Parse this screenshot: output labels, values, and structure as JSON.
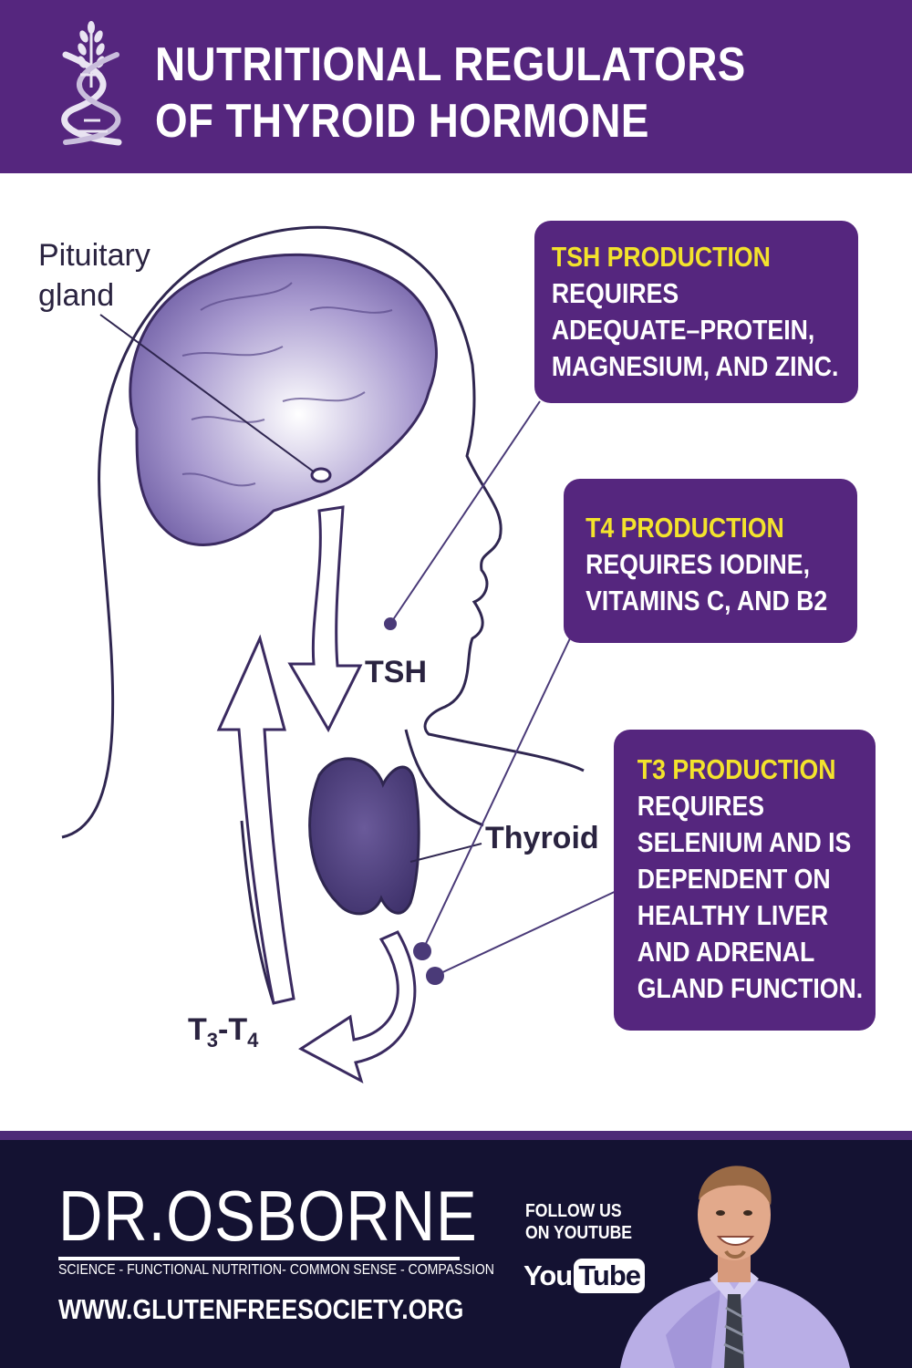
{
  "header": {
    "title_line1": "NUTRITIONAL REGULATORS",
    "title_line2": "OF THYROID HORMONE"
  },
  "diagram_labels": {
    "pituitary_line1": "Pituitary",
    "pituitary_line2": "gland",
    "tsh": "TSH",
    "thyroid": "Thyroid",
    "t3_main": "T",
    "t3_sub": "3",
    "t4_main": "-T",
    "t4_sub": "4"
  },
  "callouts": {
    "tsh": {
      "heading": "TSH PRODUCTION",
      "lines": [
        "REQUIRES",
        "ADEQUATE–PROTEIN,",
        "MAGNESIUM, AND ZINC."
      ]
    },
    "t4": {
      "heading": "T4 PRODUCTION",
      "lines": [
        "REQUIRES IODINE,",
        "VITAMINS C, AND B2"
      ]
    },
    "t3": {
      "heading": "T3 PRODUCTION",
      "lines": [
        "REQUIRES",
        "SELENIUM AND IS",
        "DEPENDENT ON",
        "HEALTHY LIVER",
        "AND ADRENAL",
        "GLAND FUNCTION."
      ]
    }
  },
  "footer": {
    "brand": "DR.OSBORNE",
    "tagline": "SCIENCE - FUNCTIONAL NUTRITION- COMMON SENSE - COMPASSION",
    "website": "WWW.GLUTENFREESOCIETY.ORG",
    "follow_line1": "FOLLOW US",
    "follow_line2": "ON YOUTUBE",
    "youtube_you": "You",
    "youtube_tube": "Tube"
  },
  "colors": {
    "header_bg": "#55267e",
    "callout_bg": "#55267e",
    "callout_heading": "#f3e32c",
    "footer_bg": "#141232",
    "line_ink": "#3a2a60"
  },
  "icons": {
    "logo": "wheat-dna-logo-icon",
    "portrait": "presenter-photo"
  }
}
